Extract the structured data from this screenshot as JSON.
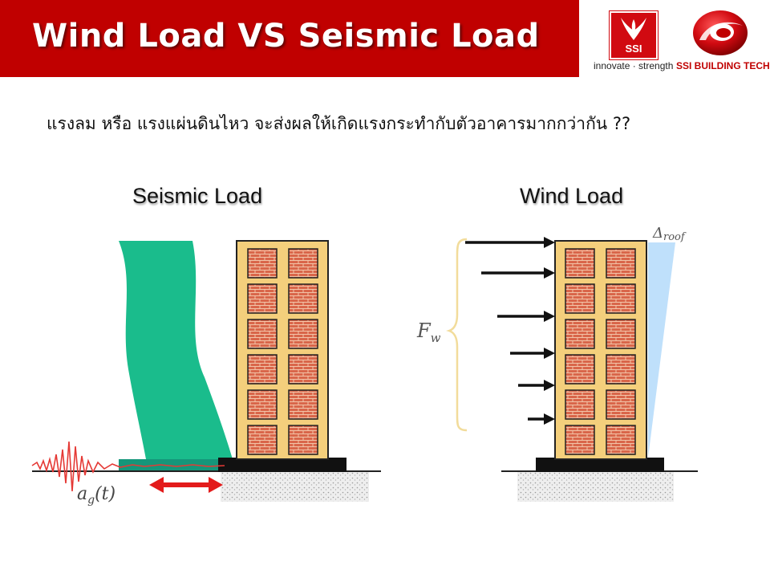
{
  "header": {
    "title": "Wind Load VS Seismic Load",
    "background_color": "#c00000"
  },
  "logo": {
    "badge_text": "SSI",
    "tagline": "innovate · strength",
    "company_name": "SSI BUILDING TECH"
  },
  "question": "แรงลม หรือ แรงแผ่นดินไหว จะส่งผลให้เกิดแรงกระทำกับตัวอาคารมากกว่ากัน ??",
  "seismic": {
    "title": "Seismic Load",
    "ground_label": "a_g(t)",
    "wave_color": "#1abc8c"
  },
  "wind": {
    "title": "Wind Load",
    "force_label": "F_w",
    "drift_label": "Δroof"
  }
}
